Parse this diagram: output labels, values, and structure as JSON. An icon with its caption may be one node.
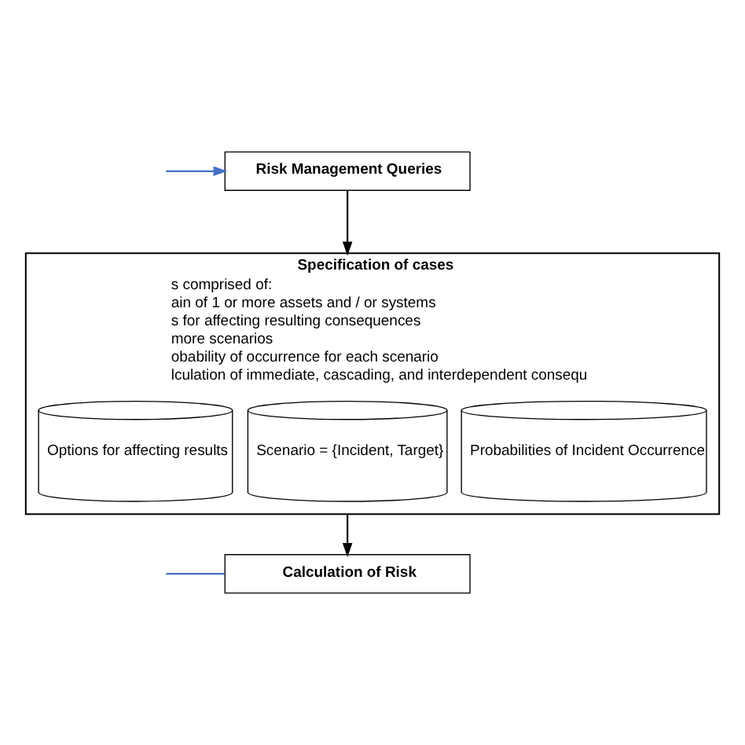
{
  "diagram": {
    "nodes": [
      {
        "text": [
          "Risk Management Queries"
        ]
      },
      {
        "text": [
          "Specification of cases",
          "s comprised of:",
          "ain of 1 or more assets and / or systems",
          "s for affecting resulting consequences",
          "more scenarios",
          "obability of occurrence for each scenario",
          "lculation of immediate, cascading, and interdependent consequ"
        ]
      },
      {
        "text": [
          "Options for affecting results"
        ],
        "in": 1
      },
      {
        "text": [
          "Scenario = {Incident, Target}"
        ],
        "in": 1
      },
      {
        "text": [
          "Probabilities of Incident Occurrence"
        ],
        "in": 1
      },
      {
        "text": [
          "Calculation of Risk"
        ]
      }
    ],
    "edges": [
      {
        "from": null,
        "to": 0,
        "arrow": "to",
        "color": "#4472c4"
      },
      {
        "from": 0,
        "to": 1,
        "arrow": "to",
        "color": "#000000"
      },
      {
        "from": 1,
        "to": 5,
        "arrow": "to",
        "color": "#000000"
      },
      {
        "from": null,
        "to": 5,
        "arrow": "none",
        "color": "#4472c4"
      }
    ]
  }
}
